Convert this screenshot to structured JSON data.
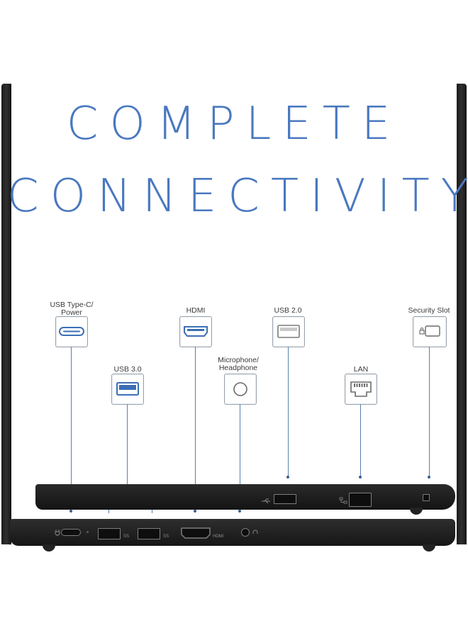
{
  "headline": {
    "line1": "COMPLETE",
    "line2": "CONNECTIVITY"
  },
  "ports": {
    "usb_c": "USB Type-C/\nPower",
    "usb3": "USB 3.0",
    "hdmi": "HDMI",
    "mic": "Microphone/\nHeadphone",
    "usb2": "USB 2.0",
    "lan": "LAN",
    "security": "Security Slot"
  },
  "chassis_labels": {
    "hdmi": "HDMI",
    "usb_speed": "SS"
  },
  "colors": {
    "accent": "#4a78c0",
    "connector_line": "#5a7fb0",
    "chassis": "#1e1e1e"
  },
  "icons": [
    "usb-c-icon",
    "usb3-icon",
    "hdmi-icon",
    "audio-jack-icon",
    "usb2-icon",
    "ethernet-icon",
    "lock-icon"
  ]
}
